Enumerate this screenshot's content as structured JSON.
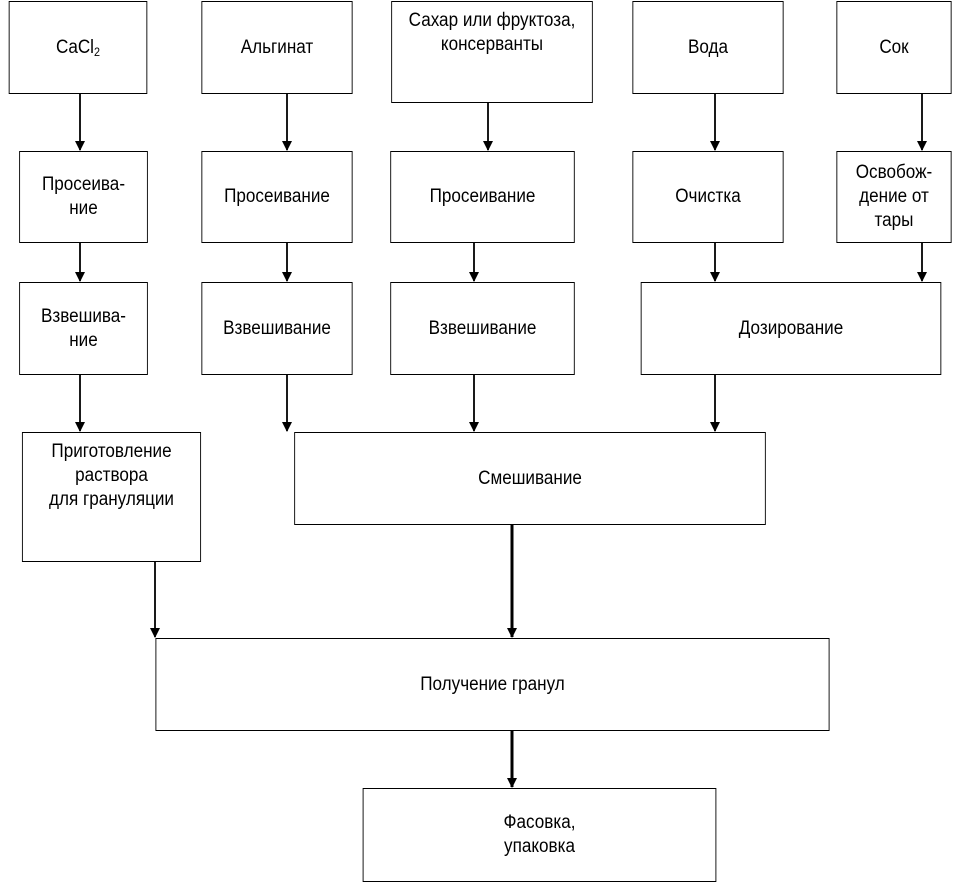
{
  "diagram": {
    "nodes": {
      "cacl2": {
        "base": "CaCl",
        "subscript": "2"
      },
      "alginate": "Альгинат",
      "sugar": "Сахар или фруктоза,\nконсерванты",
      "water": "Вода",
      "juice": "Сок",
      "sieve1": "Просеива-\nние",
      "sieve2": "Просеивание",
      "sieve3": "Просеивание",
      "cleaning": "Очистка",
      "unpacking": "Освобож-\nдение от\nтары",
      "weigh1": "Взвешива-\nние",
      "weigh2": "Взвешивание",
      "weigh3": "Взвешивание",
      "dosing": "Дозирование",
      "solution": "Приготовление\nраствора\nдля грануляции",
      "mixing": "Смешивание",
      "granules": "Получение гранул",
      "packing": "Фасовка,\nупаковка"
    },
    "edges": [
      [
        "cacl2",
        "sieve1"
      ],
      [
        "alginate",
        "sieve2"
      ],
      [
        "sugar",
        "sieve3"
      ],
      [
        "water",
        "cleaning"
      ],
      [
        "juice",
        "unpacking"
      ],
      [
        "sieve1",
        "weigh1"
      ],
      [
        "sieve2",
        "weigh2"
      ],
      [
        "sieve3",
        "weigh3"
      ],
      [
        "cleaning",
        "dosing"
      ],
      [
        "unpacking",
        "dosing"
      ],
      [
        "weigh1",
        "solution"
      ],
      [
        "weigh2",
        "mixing"
      ],
      [
        "weigh3",
        "mixing"
      ],
      [
        "dosing",
        "mixing"
      ],
      [
        "solution",
        "granules"
      ],
      [
        "mixing",
        "granules"
      ],
      [
        "granules",
        "packing"
      ]
    ]
  }
}
